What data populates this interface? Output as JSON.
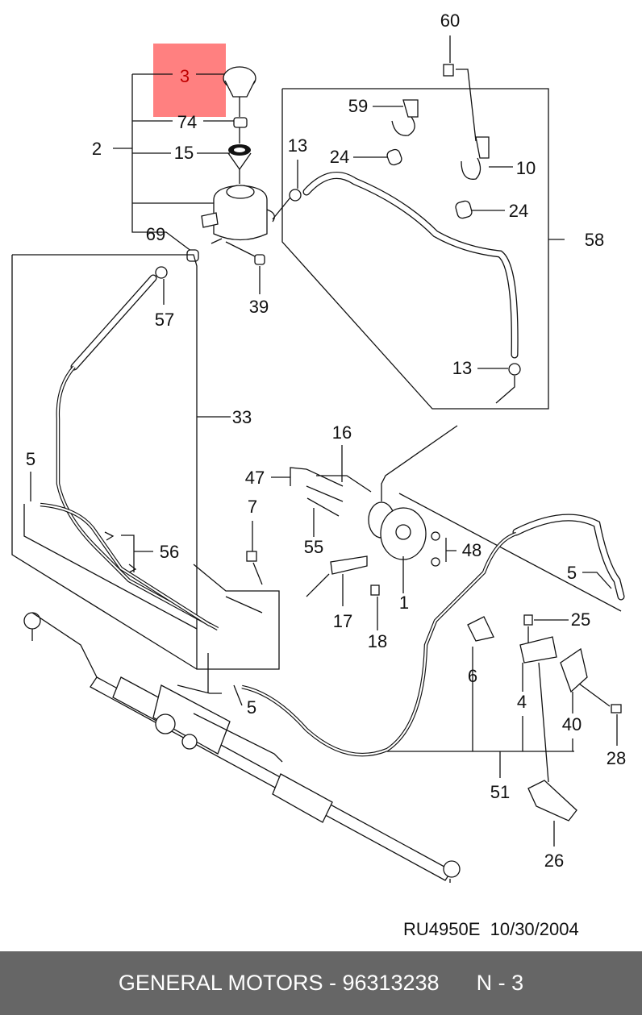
{
  "highlight_color": "#ff8080",
  "highlighted_part": "3",
  "labels": [
    "3",
    "74",
    "2",
    "15",
    "69",
    "39",
    "57",
    "60",
    "59",
    "13",
    "24",
    "10",
    "24",
    "58",
    "13",
    "33",
    "16",
    "47",
    "5",
    "7",
    "56",
    "55",
    "48",
    "5",
    "1",
    "17",
    "18",
    "25",
    "6",
    "4",
    "5",
    "40",
    "28",
    "51",
    "26"
  ],
  "reference": "RU4950E  10/30/2004",
  "footer": {
    "title": "GENERAL MOTORS - 96313238",
    "page": "N - 3",
    "background": "#666666"
  }
}
